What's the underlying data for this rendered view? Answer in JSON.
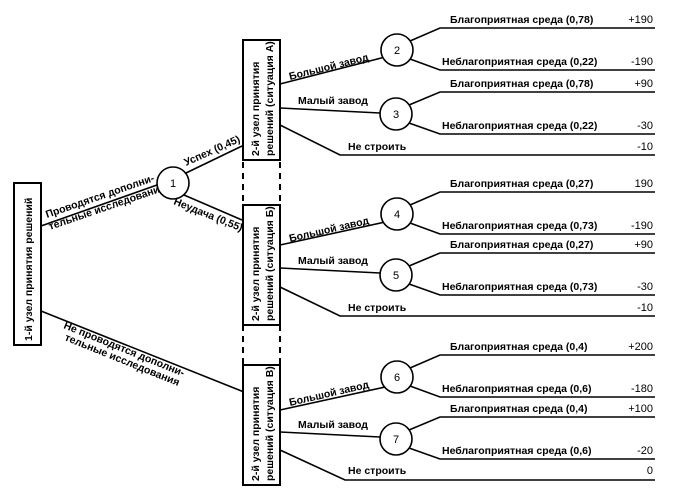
{
  "root": {
    "label": "1-й узел принятия решений",
    "branch_research": "Проводятся дополни-",
    "branch_research_2": "тельные исследования",
    "branch_no_research": "Не проводятся дополни-",
    "branch_no_research_2": "тельные исследования"
  },
  "chance1": {
    "number": "1",
    "success": "Успех (0,45)",
    "failure": "Неудача (0,55)"
  },
  "decision_nodes": [
    {
      "line1": "2-й узел принятия",
      "line2": "решений (ситуация А)"
    },
    {
      "line1": "2-й узел принятия",
      "line2": "решений (ситуация Б)"
    },
    {
      "line1": "2-й узел принятия",
      "line2": "решений (ситуация В)"
    }
  ],
  "options": {
    "large": "Большой завод",
    "small": "Малый завод",
    "none": "Не строить"
  },
  "chance_nodes": [
    {
      "number": "2",
      "fav": "Благоприятная среда (0,78)",
      "fav_value": "+190",
      "unfav": "Неблагоприятная среда (0,22)",
      "unfav_value": "-190"
    },
    {
      "number": "3",
      "fav": "Благоприятная среда (0,78)",
      "fav_value": "+90",
      "unfav": "Неблагоприятная среда (0,22)",
      "unfav_value": "-30"
    },
    {
      "number": "4",
      "fav": "Благоприятная среда (0,27)",
      "fav_value": "190",
      "unfav": "Неблагоприятная среда (0,73)",
      "unfav_value": "-190"
    },
    {
      "number": "5",
      "fav": "Благоприятная среда (0,27)",
      "fav_value": "+90",
      "unfav": "Неблагоприятная среда (0,73)",
      "unfav_value": "-30"
    },
    {
      "number": "6",
      "fav": "Благоприятная среда (0,4)",
      "fav_value": "+200",
      "unfav": "Неблагоприятная среда (0,6)",
      "unfav_value": "-180"
    },
    {
      "number": "7",
      "fav": "Благоприятная среда (0,4)",
      "fav_value": "+100",
      "unfav": "Неблагоприятная среда (0,6)",
      "unfav_value": "-20"
    }
  ],
  "no_build_values": [
    "-10",
    "-10",
    "0"
  ]
}
